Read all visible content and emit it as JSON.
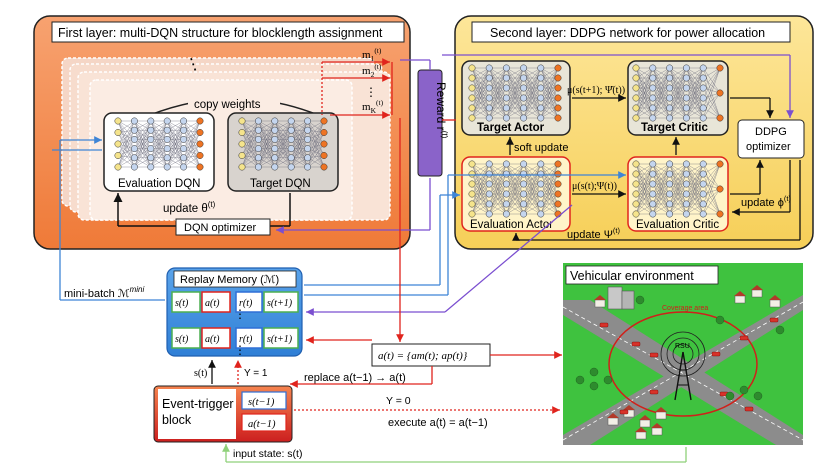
{
  "first_layer": {
    "title": "First layer: multi-DQN structure for blocklength assignment",
    "copy_weights": "copy weights",
    "eval_dqn": "Evaluation DQN",
    "target_dqn": "Target DQN",
    "update_theta": "update θ",
    "update_theta_sup": "(t)",
    "dqn_optimizer": "DQN optimizer",
    "m_outputs": [
      {
        "base": "m",
        "sub": "1",
        "sup": "(t)"
      },
      {
        "base": "m",
        "sub": "2",
        "sup": "(t)"
      },
      {
        "base": "m",
        "sub": "K",
        "sup": "(t)"
      }
    ],
    "ellipsis": "⋮"
  },
  "reward": {
    "label": "Reward r",
    "sup": "(t)"
  },
  "second_layer": {
    "title": "Second layer: DDPG network for power allocation",
    "target_actor": "Target Actor",
    "target_critic": "Target Critic",
    "eval_actor": "Evaluation Actor",
    "eval_critic": "Evaluation Critic",
    "soft_update": "soft update",
    "ddpg_optimizer_1": "DDPG",
    "ddpg_optimizer_2": "optimizer",
    "mu_target": "μ(s(t+1); Ψ̄(t))",
    "mu_eval": "μ(s(t);Ψ(t))",
    "update_phi": "update ϕ",
    "update_phi_sup": "(t)",
    "update_psi": "update Ψ",
    "update_psi_sup": "(t)"
  },
  "replay_memory": {
    "title": "Replay Memory (ℳ)",
    "rows": [
      [
        "s(t)",
        "a(t)",
        "r(t)",
        "s(t+1)"
      ],
      [
        "s(t)",
        "a(t)",
        "r(t)",
        "s(t+1)"
      ]
    ],
    "minibatch": "mini-batch ℳ",
    "minibatch_sup": "mini"
  },
  "action_box": "a(t) = {am(t); ap(t)}",
  "replace": "replace a(t−1) → a(t)",
  "s_label": "s(t)",
  "upsilon_1": "Υ = 1",
  "upsilon_0": "Υ = 0",
  "execute": "execute a(t) = a(t−1)",
  "event_trigger": {
    "line1": "Event-trigger",
    "line2": "block",
    "s_prev": "s(t−1)",
    "a_prev": "a(t−1)"
  },
  "input_state": "input state: s(t)",
  "vehicular": {
    "title": "Vehicular environment",
    "coverage": "Coverage area",
    "rsu": "RSU"
  },
  "colors": {
    "first_layer_bg": "#f48a4a",
    "second_layer_bg": "#fcdb73",
    "replay_bg": "#3b8ee0",
    "reward_bg": "#8a63c9",
    "grass": "#3fc23f",
    "road": "#8c8c8c",
    "event_trigger_grad_top": "#f06a3a",
    "event_trigger_grad_bottom": "#c71a1a"
  }
}
